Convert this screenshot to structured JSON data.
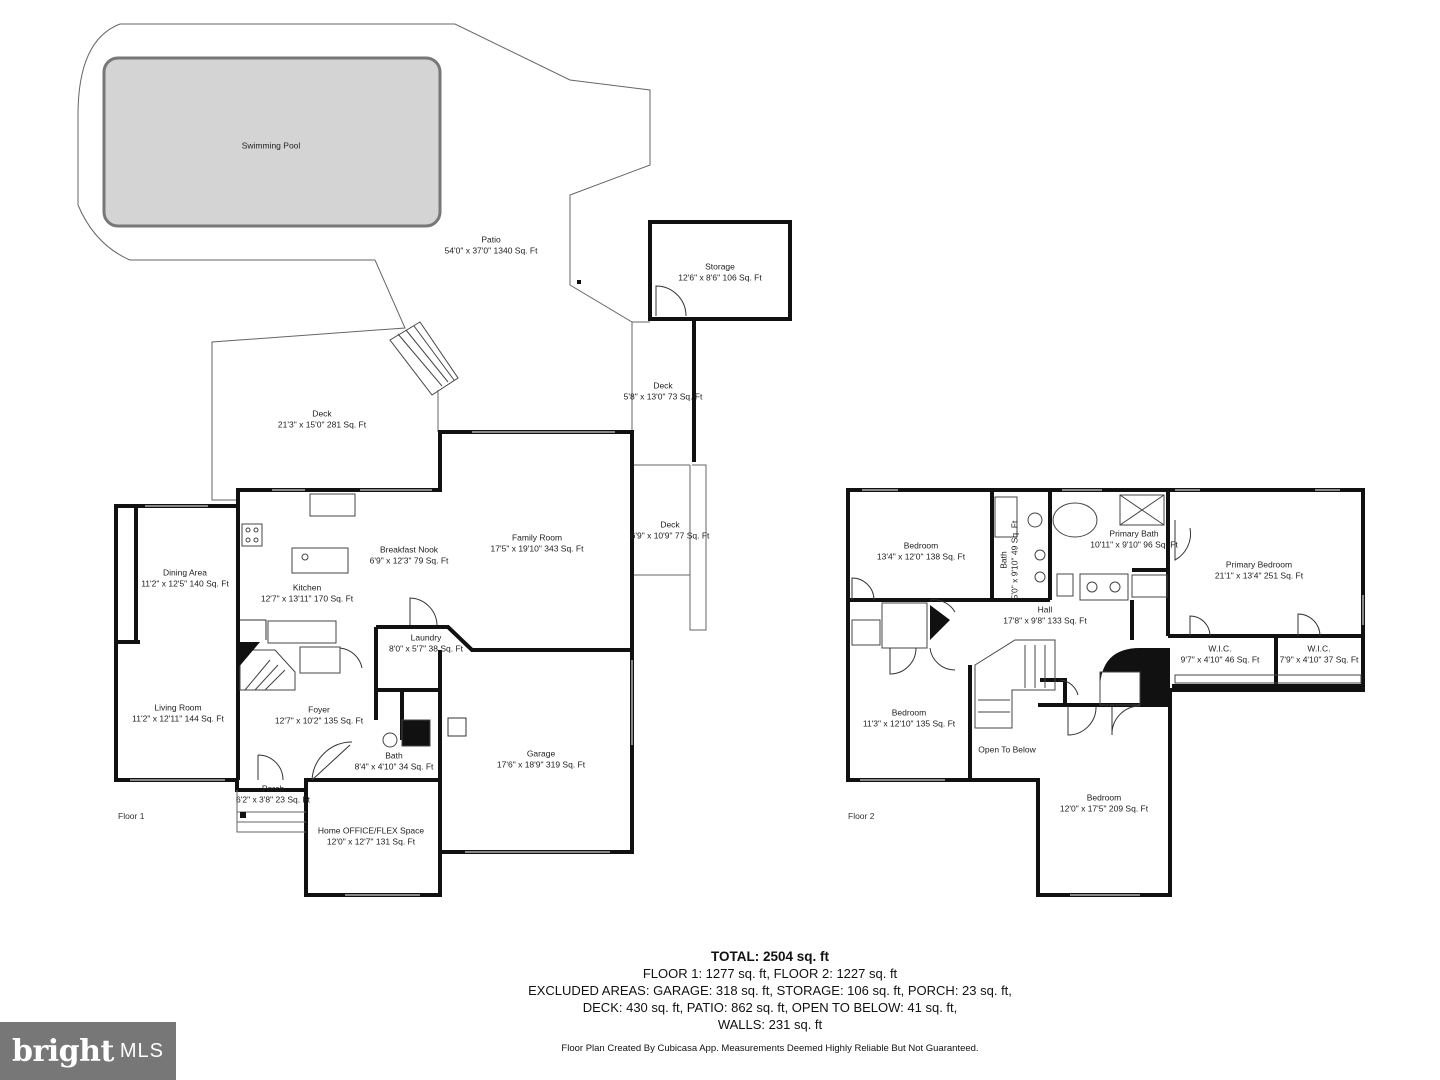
{
  "rooms": {
    "pool": {
      "name": "Swimming Pool",
      "dims": ""
    },
    "patio": {
      "name": "Patio",
      "dims": "54'0\" x 37'0\" 1340 Sq. Ft"
    },
    "storage": {
      "name": "Storage",
      "dims": "12'6\" x 8'6\" 106 Sq. Ft"
    },
    "deck_left": {
      "name": "Deck",
      "dims": "21'3\" x 15'0\" 281 Sq. Ft"
    },
    "deck_mid": {
      "name": "Deck",
      "dims": "5'8\" x 13'0\" 73 Sq. Ft"
    },
    "deck_right": {
      "name": "Deck",
      "dims": "6'9\" x 10'9\" 77 Sq. Ft"
    },
    "dining": {
      "name": "Dining Area",
      "dims": "11'2\" x 12'5\" 140 Sq. Ft"
    },
    "breakfast": {
      "name": "Breakfast Nook",
      "dims": "6'9\" x 12'3\" 79 Sq. Ft"
    },
    "family": {
      "name": "Family Room",
      "dims": "17'5\" x 19'10\" 343 Sq. Ft"
    },
    "kitchen": {
      "name": "Kitchen",
      "dims": "12'7\" x 13'11\" 170 Sq. Ft"
    },
    "laundry": {
      "name": "Laundry",
      "dims": "8'0\" x 5'7\" 38 Sq. Ft"
    },
    "living": {
      "name": "Living Room",
      "dims": "11'2\" x 12'11\" 144 Sq. Ft"
    },
    "foyer": {
      "name": "Foyer",
      "dims": "12'7\" x 10'2\" 135 Sq. Ft"
    },
    "bath1": {
      "name": "Bath",
      "dims": "8'4\" x 4'10\" 34 Sq. Ft"
    },
    "garage": {
      "name": "Garage",
      "dims": "17'6\" x 18'9\" 319 Sq. Ft"
    },
    "porch": {
      "name": "Porch",
      "dims": "6'2\" x 3'8\" 23 Sq. Ft"
    },
    "office": {
      "name": "Home OFFICE/FLEX Space",
      "dims": "12'0\" x 12'7\" 131 Sq. Ft"
    },
    "bed1": {
      "name": "Bedroom",
      "dims": "13'4\" x 12'0\" 138 Sq. Ft"
    },
    "bath2": {
      "name": "Bath",
      "dims": "5'0\" x 9'10\" 49 Sq. Ft"
    },
    "pbath": {
      "name": "Primary Bath",
      "dims": "10'11\" x 9'10\" 96 Sq. Ft"
    },
    "pbed": {
      "name": "Primary Bedroom",
      "dims": "21'1\" x 13'4\" 251 Sq. Ft"
    },
    "hall": {
      "name": "Hall",
      "dims": "17'8\" x 9'8\" 133 Sq. Ft"
    },
    "wic1": {
      "name": "W.I.C.",
      "dims": "9'7\" x 4'10\" 46 Sq. Ft"
    },
    "wic2": {
      "name": "W.I.C.",
      "dims": "7'9\" x 4'10\" 37 Sq. Ft"
    },
    "bed2": {
      "name": "Bedroom",
      "dims": "11'3\" x 12'10\" 135 Sq. Ft"
    },
    "open": {
      "name": "Open To Below",
      "dims": ""
    },
    "bed3": {
      "name": "Bedroom",
      "dims": "12'0\" x 17'5\" 209 Sq. Ft"
    }
  },
  "floors": {
    "floor1": "Floor 1",
    "floor2": "Floor 2"
  },
  "summary": {
    "total": "TOTAL: 2504 sq. ft",
    "line1": "FLOOR 1: 1277 sq. ft, FLOOR 2: 1227 sq. ft",
    "line2": "EXCLUDED AREAS: GARAGE: 318 sq. ft, STORAGE: 106 sq. ft, PORCH: 23 sq. ft,",
    "line3": "DECK: 430 sq. ft, PATIO: 862 sq. ft, OPEN TO BELOW: 41 sq. ft,",
    "line4": "WALLS: 231 sq. ft"
  },
  "credit": "Floor Plan Created By Cubicasa App. Measurements Deemed Highly Reliable But Not Guaranteed.",
  "logo": {
    "brand": "bright",
    "suffix": "MLS"
  },
  "colors": {
    "wall": "#111111",
    "pool": "#d4d4d4",
    "logo_bg": "#777777"
  }
}
